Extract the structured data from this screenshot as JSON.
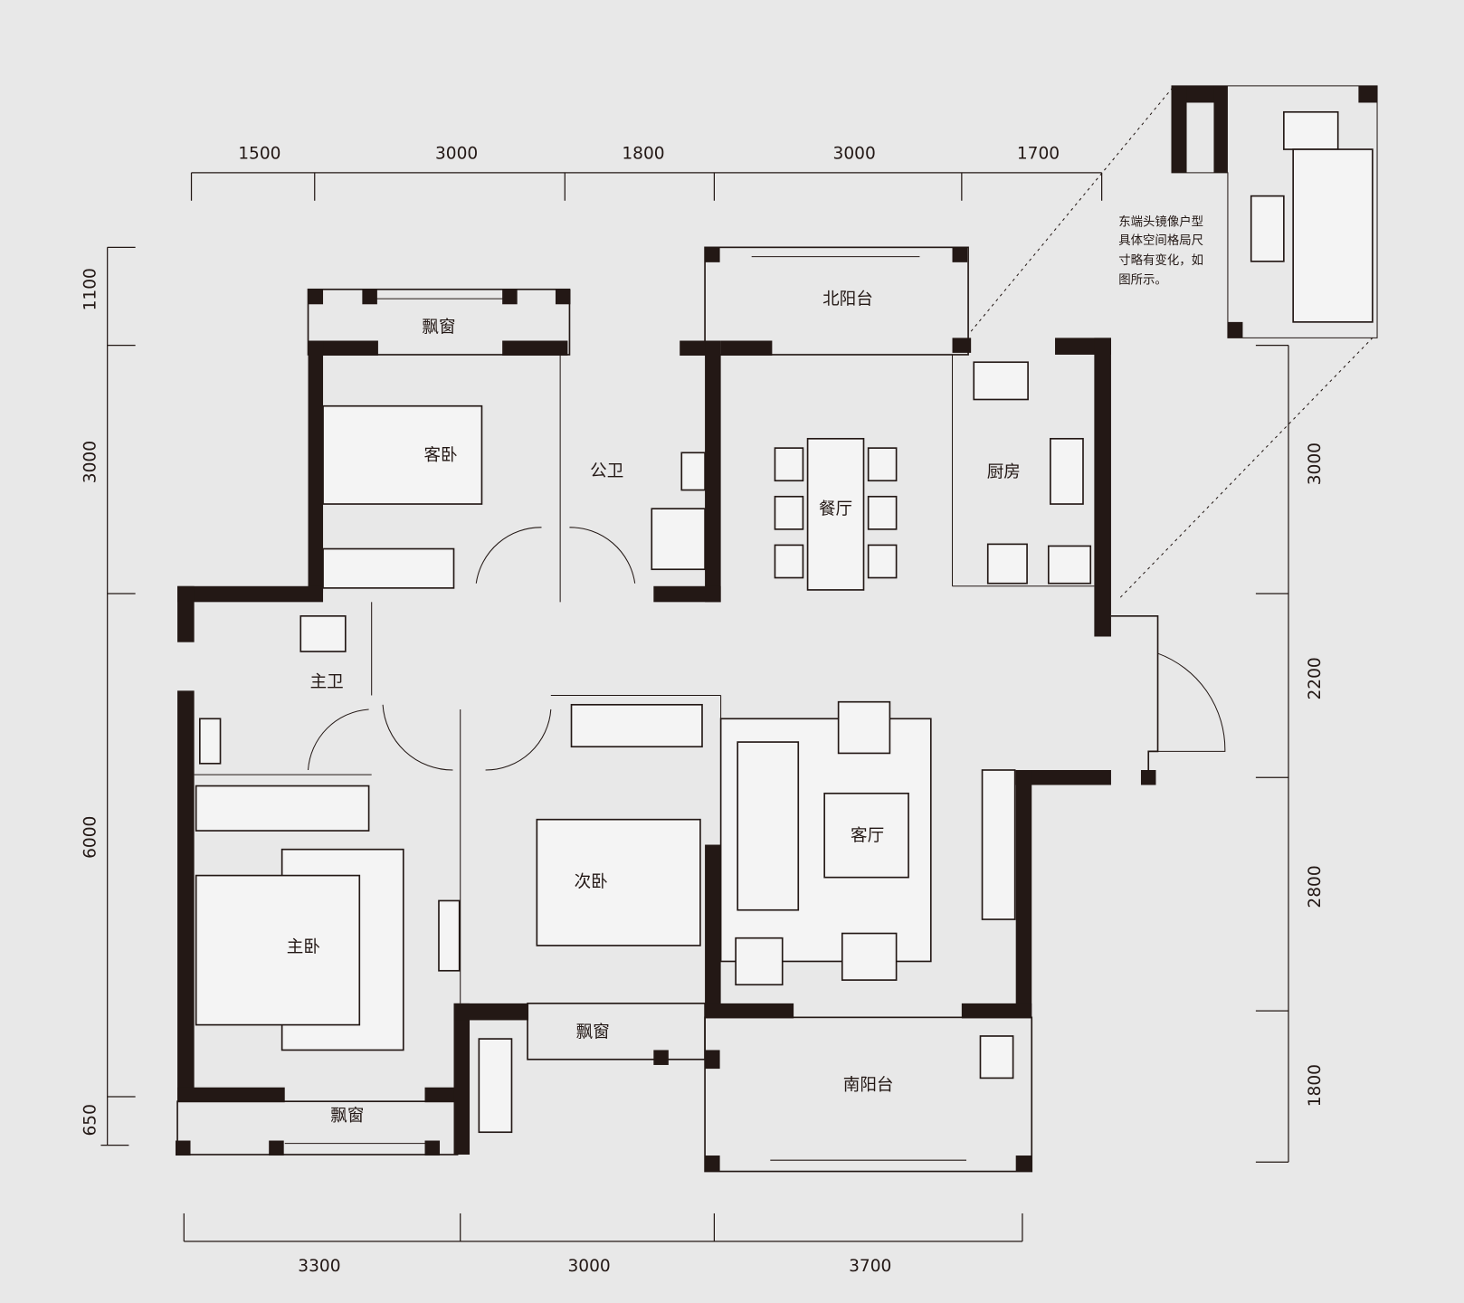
{
  "rooms": {
    "bay_window_top": "飘窗",
    "guest_bedroom": "客卧",
    "public_bath": "公卫",
    "north_balcony": "北阳台",
    "dining": "餐厅",
    "kitchen": "厨房",
    "master_bath": "主卫",
    "second_bedroom": "次卧",
    "living_room": "客厅",
    "master_bedroom": "主卧",
    "bay_window_bottom_left": "飘窗",
    "bay_window_bottom_mid": "飘窗",
    "south_balcony": "南阳台"
  },
  "note": [
    "东端头镜像户型",
    "具体空间格局尺",
    "寸略有变化，如",
    "图所示。"
  ],
  "dimensions": {
    "top": [
      "1500",
      "3000",
      "1800",
      "3000",
      "1700"
    ],
    "bottom": [
      "3300",
      "3000",
      "3700"
    ],
    "left": [
      "1100",
      "3000",
      "6000",
      "650"
    ],
    "right": [
      "3000",
      "2200",
      "2800",
      "1800"
    ]
  }
}
